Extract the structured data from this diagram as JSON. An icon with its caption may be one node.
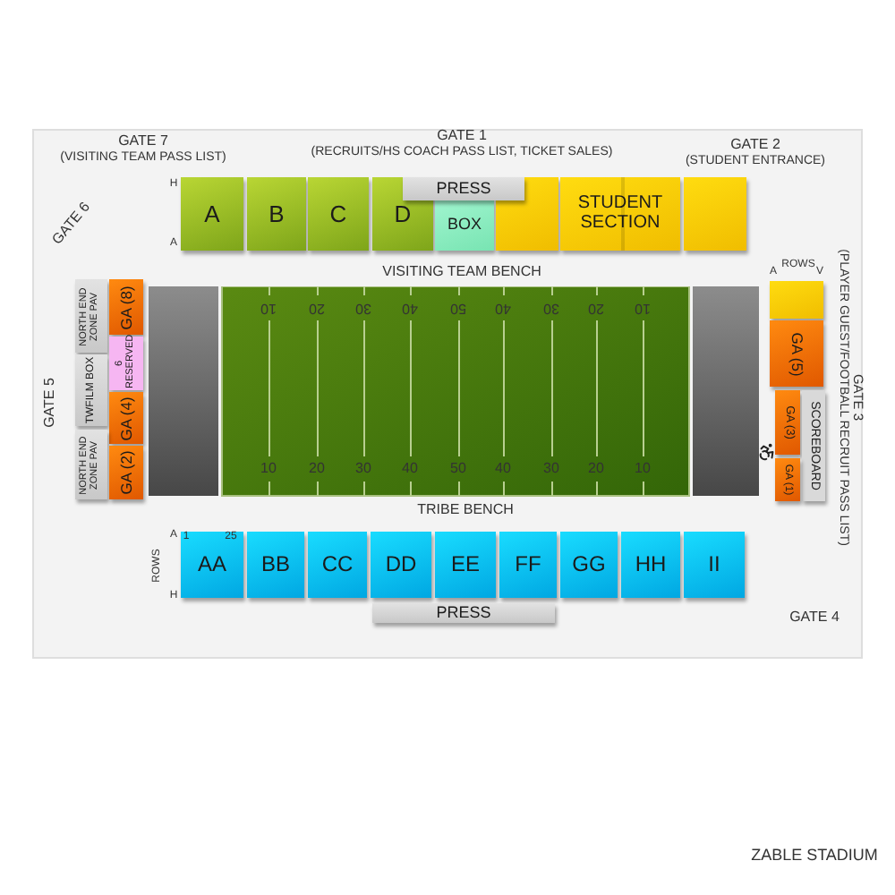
{
  "diagram": {
    "nodes": [
      {
        "text": [
          "A"
        ]
      },
      {
        "text": [
          "B"
        ]
      },
      {
        "text": [
          "C"
        ]
      },
      {
        "text": [
          "D"
        ]
      },
      {
        "text": [
          "PRESS"
        ]
      },
      {
        "text": [
          "BOX"
        ]
      },
      {
        "text": [],
        "shape": "box"
      },
      {
        "text": [
          "STUDENT SECTION"
        ]
      },
      {
        "text": [],
        "shape": "box"
      },
      {
        "text": [
          "NORTH END ZONE PAV"
        ]
      },
      {
        "text": [
          "GA (8)"
        ]
      },
      {
        "text": [
          "TWFILM BOX"
        ]
      },
      {
        "text": [
          "6 RESERVED"
        ]
      },
      {
        "text": [
          "GA (4)"
        ]
      },
      {
        "text": [
          "NORTH END ZONE PAV"
        ]
      },
      {
        "text": [
          "GA (2)"
        ]
      },
      {
        "text": [],
        "shape": "box"
      },
      {
        "text": [
          "GA (5)"
        ]
      },
      {
        "text": [
          "GA (3)"
        ]
      },
      {
        "text": [
          "SCOREBOARD"
        ]
      },
      {
        "text": [
          "GA (1)"
        ]
      },
      {
        "text": [
          "AA"
        ]
      },
      {
        "text": [
          "BB"
        ]
      },
      {
        "text": [
          "CC"
        ]
      },
      {
        "text": [
          "DD"
        ]
      },
      {
        "text": [
          "EE"
        ]
      },
      {
        "text": [
          "FF"
        ]
      },
      {
        "text": [
          "GG"
        ]
      },
      {
        "text": [
          "HH"
        ]
      },
      {
        "text": [
          "II"
        ]
      },
      {
        "text": [
          "PRESS"
        ]
      }
    ],
    "labels": [
      "GATE 7",
      "(VISITING TEAM PASS LIST)",
      "GATE 1",
      "(RECRUITS/HS COACH PASS LIST, TICKET SALES)",
      "GATE 2",
      "(STUDENT ENTRANCE)",
      "GATE 6",
      "H",
      "A",
      "VISITING TEAM BENCH",
      "ROWS",
      "A",
      "V",
      "GATE 5",
      "GATE 3",
      "(PLAYER GUEST/FOOTBALL RECRUIT PASS LIST)",
      "10",
      "20",
      "30",
      "40",
      "50",
      "40",
      "30",
      "20",
      "10",
      "10",
      "20",
      "30",
      "40",
      "50",
      "40",
      "30",
      "20",
      "10",
      "TRIBE BENCH",
      "A",
      "1",
      "25",
      "ROWS",
      "H",
      "GATE 4",
      "ZABLE STADIUM"
    ]
  }
}
